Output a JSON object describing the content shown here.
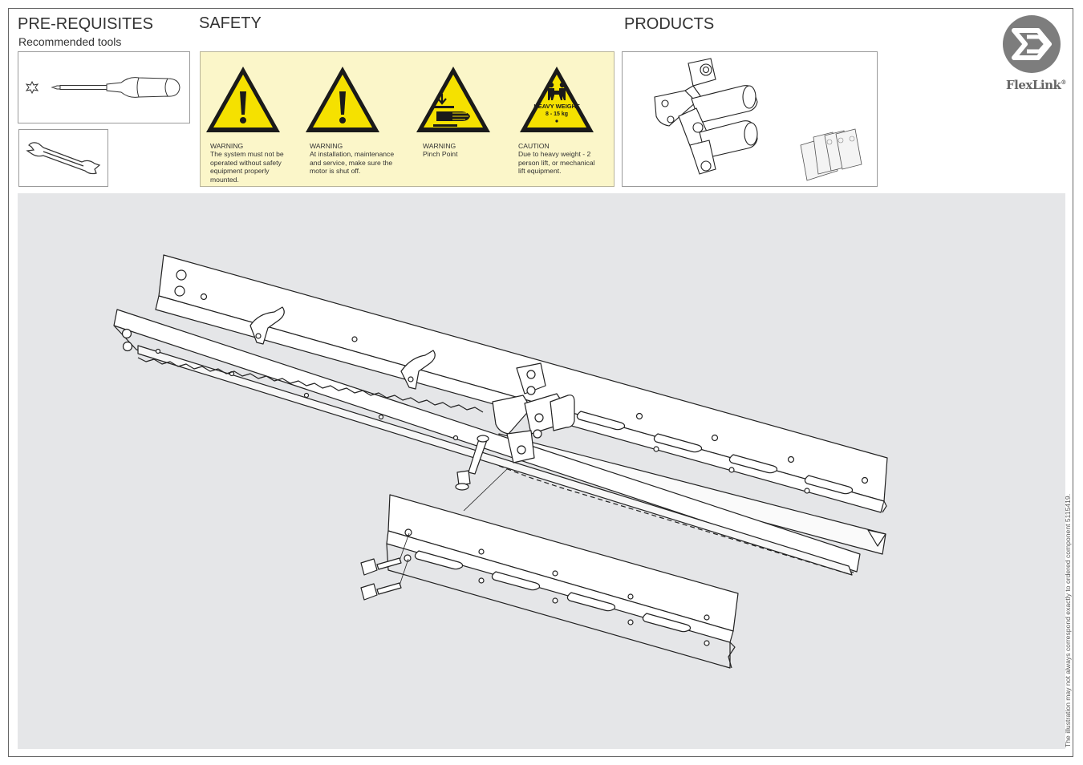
{
  "headings": {
    "prerequisites": "PRE-REQUISITES",
    "recommended_tools": "Recommended tools",
    "safety": "SAFETY",
    "products": "PRODUCTS"
  },
  "tools": [
    {
      "icon": "torx-screwdriver-icon"
    },
    {
      "icon": "open-end-wrench-icon"
    }
  ],
  "safety_signs": [
    {
      "icon": "general-warning-icon",
      "title": "WARNING",
      "text": "The system must not be\noperated without safety\nequipment properly\nmounted."
    },
    {
      "icon": "general-warning-icon",
      "title": "WARNING",
      "text": "At installation, maintenance\nand service, make sure the\nmotor is shut off."
    },
    {
      "icon": "pinch-point-icon",
      "title": "WARNING",
      "text": "Pinch Point"
    },
    {
      "icon": "heavy-weight-icon",
      "title": "CAUTION",
      "text": "Due to heavy weight - 2\nperson lift, or mechanical\n lift equipment.",
      "sign_label": "HEAVY WEIGHT",
      "sign_weight": "8 - 15 kg"
    }
  ],
  "brand": {
    "name": "FlexLink",
    "mark": "®"
  },
  "disclaimer": "The illustration may not always correspond exactly to ordered component 5115419.",
  "colors": {
    "safety_background": "#fbf6c9",
    "sign_yellow": "#f5e100",
    "scene_background": "#e5e6e8",
    "logo_gray": "#7d7d7d"
  }
}
